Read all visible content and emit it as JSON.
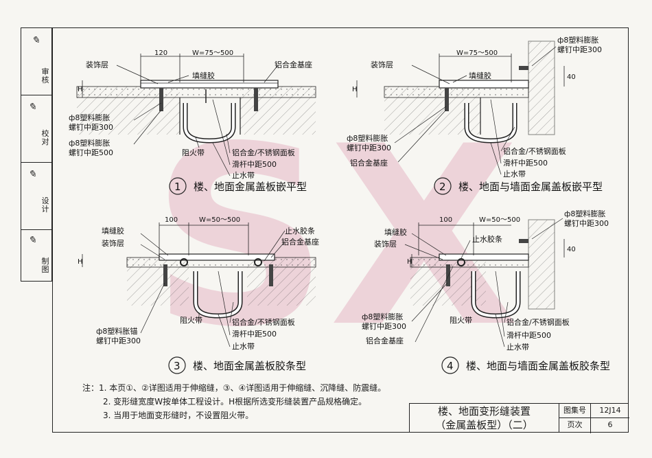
{
  "sidebar": {
    "labels": [
      "审核",
      "校对",
      "设计",
      "制图"
    ],
    "signatures": [
      "签名",
      "签名",
      "签名",
      "签名"
    ]
  },
  "watermark": "SX",
  "details": [
    {
      "number": "1",
      "title": "楼、地面金属盖板嵌平型",
      "dims": [
        "120",
        "W=75～500",
        "H"
      ],
      "labels": {
        "decor": "装饰层",
        "filler": "填缝胶",
        "base": "铝合金基座",
        "screw": "ф8塑料膨胀\n螺钉中距300",
        "screw2": "ф8塑料膨胀\n螺钉中距500",
        "fire": "阻火带",
        "plate": "铝合金/不锈钢面板",
        "rod": "滑杆中距500",
        "water": "止水带"
      }
    },
    {
      "number": "2",
      "title": "楼、地面与墙面金属盖板嵌平型",
      "dims": [
        "W=75～500",
        "H",
        "40"
      ],
      "labels": {
        "decor": "装饰层",
        "filler": "填缝胶",
        "wallscrew": "ф8塑料膨胀\n螺钉中距300",
        "screw": "ф8塑料膨胀\n螺钉中距300",
        "base": "铝合金基座",
        "plate": "铝合金/不锈钢面板",
        "rod": "滑杆中距500",
        "water": "止水带"
      }
    },
    {
      "number": "3",
      "title": "楼、地面金属盖板胶条型",
      "dims": [
        "100",
        "W=50～500",
        "H"
      ],
      "labels": {
        "filler": "填缝胶",
        "decor": "装饰层",
        "strip": "止水胶条",
        "base": "铝合金基座",
        "screw": "ф8塑料胀锚\n螺钉中距300",
        "fire": "阻火带",
        "plate": "铝合金/不锈钢面板",
        "rod": "滑杆中距500",
        "water": "止水带"
      }
    },
    {
      "number": "4",
      "title": "楼、地面与墙面金属盖板胶条型",
      "dims": [
        "100",
        "W=50～500",
        "H",
        "40"
      ],
      "labels": {
        "filler": "填缝胶",
        "decor": "装饰层",
        "strip": "止水胶条",
        "wallscrew": "ф8塑料膨胀\n螺钉中距300",
        "screw": "ф8塑料膨胀\n螺钉中距300",
        "base": "铝合金基座",
        "fire": "阻火带",
        "plate": "铝合金/不锈钢面板",
        "rod": "滑杆中距500",
        "water": "止水带"
      }
    }
  ],
  "notes": [
    "注：1. 本页①、②详图适用于伸缩缝，③、④详图适用于伸缩缝、沉降缝、防震缝。",
    "2. 变形缝宽度W按单体工程设计。H根据所选变形缝装置产品规格确定。",
    "3. 当用于地面变形缝时，不设置阻火带。"
  ],
  "title_block": {
    "title_line1": "楼、地面变形缝装置",
    "title_line2": "（金属盖板型）（二）",
    "atlas_label": "图集号",
    "atlas_value": "12J14",
    "page_label": "页次",
    "page_value": "6"
  }
}
